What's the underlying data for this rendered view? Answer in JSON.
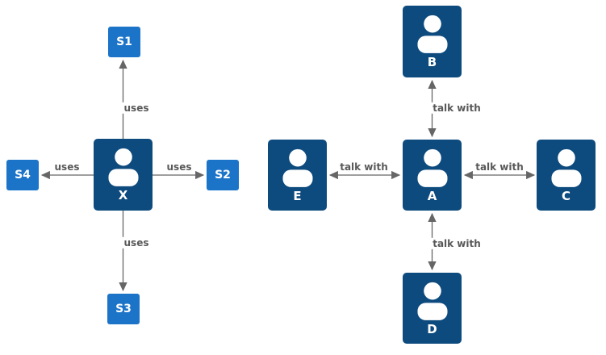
{
  "diagram": {
    "type": "actor-relationship-diagram",
    "background": "#ffffff",
    "colors": {
      "person_node_fill": "#0d4a7d",
      "service_node_fill": "#1c74c8",
      "node_text": "#ffffff",
      "edge_color": "#666666",
      "edge_label_color": "#595959"
    },
    "left_cluster": {
      "relation_label": "uses",
      "center_node": {
        "label": "X",
        "type": "person"
      },
      "service_nodes": [
        {
          "label": "S1",
          "position": "top",
          "arrow": "from X, single head"
        },
        {
          "label": "S2",
          "position": "right",
          "arrow": "from X, single head"
        },
        {
          "label": "S3",
          "position": "bottom",
          "arrow": "from X, single head"
        },
        {
          "label": "S4",
          "position": "left",
          "arrow": "from X, single head"
        }
      ]
    },
    "right_cluster": {
      "relation_label": "talk with",
      "center_node": {
        "label": "A",
        "type": "person"
      },
      "person_nodes": [
        {
          "label": "B",
          "position": "top",
          "arrow": "double head"
        },
        {
          "label": "C",
          "position": "right",
          "arrow": "double head"
        },
        {
          "label": "D",
          "position": "bottom",
          "arrow": "double head"
        },
        {
          "label": "E",
          "position": "left",
          "arrow": "double head"
        }
      ]
    }
  }
}
